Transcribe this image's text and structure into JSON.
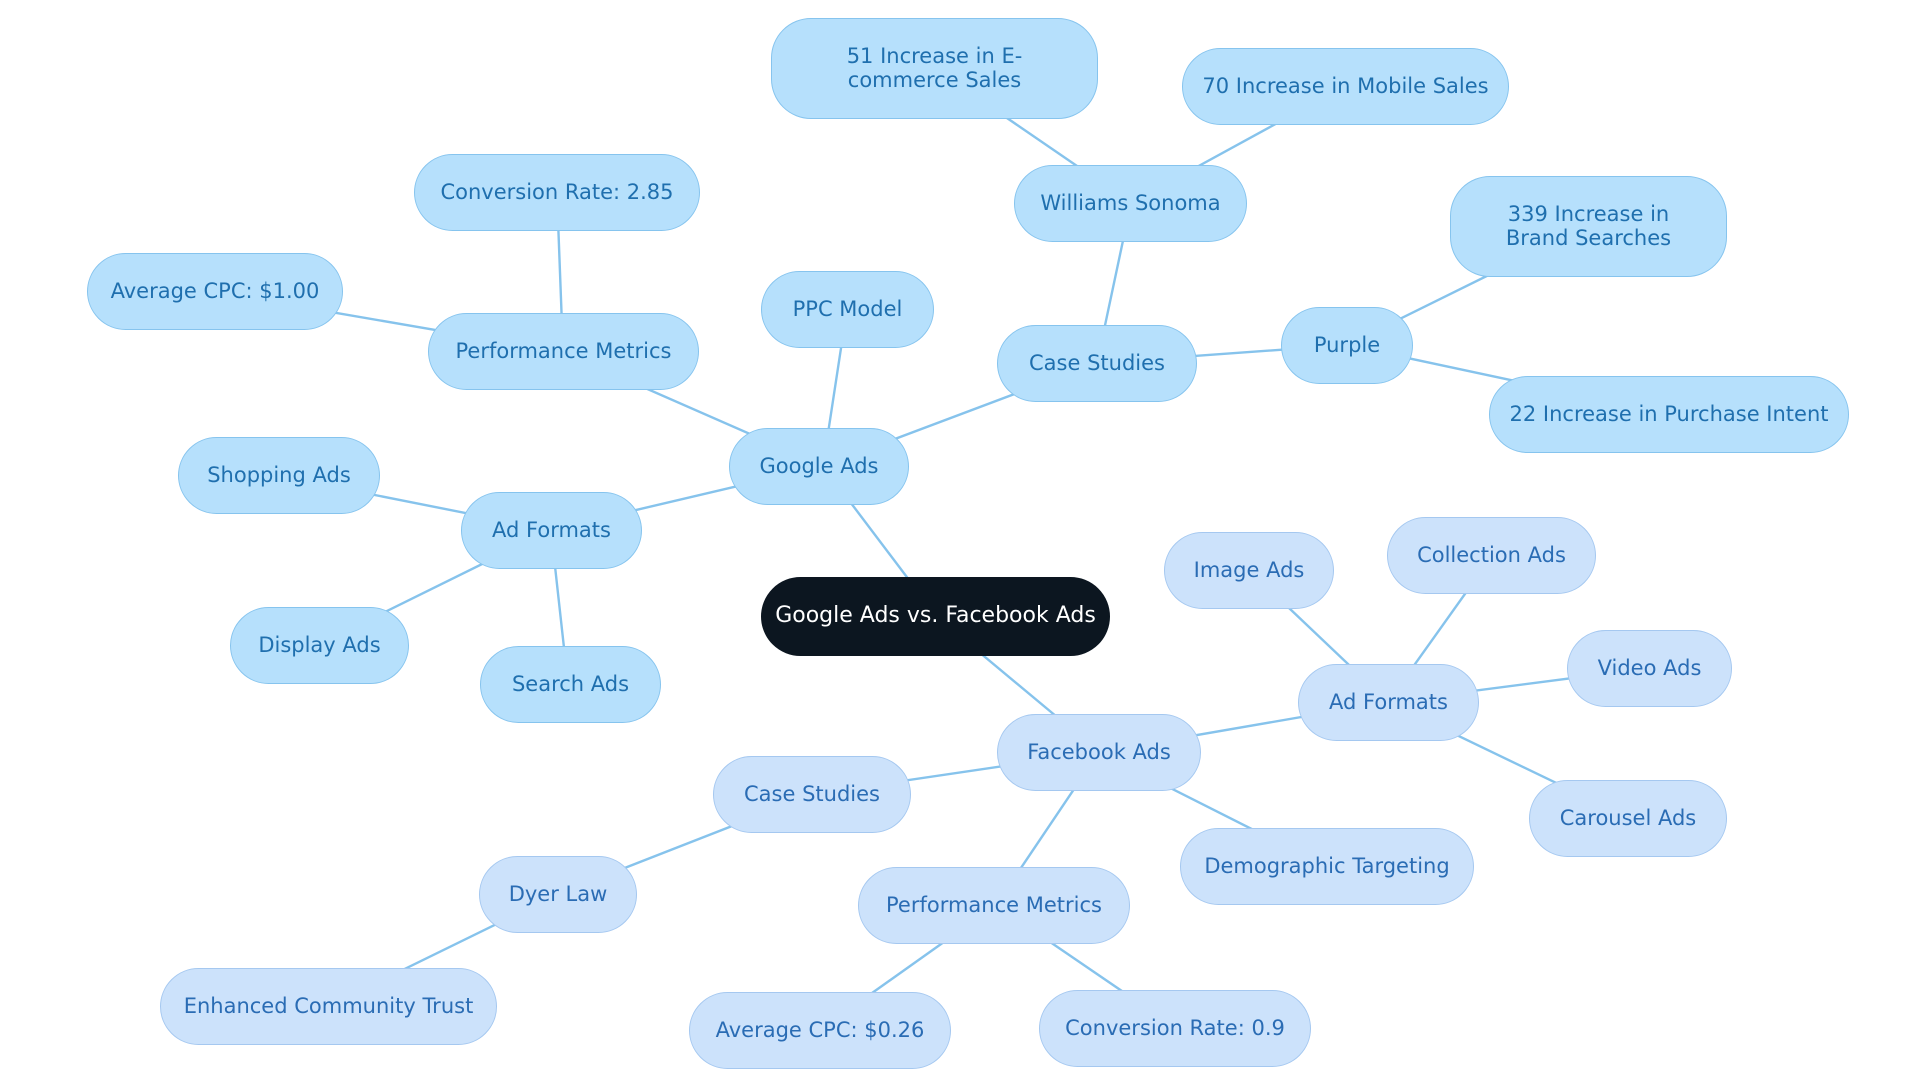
{
  "colors": {
    "root_fill": "#0c1620",
    "root_text": "#ffffff",
    "google_fill": "#b6e0fc",
    "google_border": "#86c4ee",
    "google_text": "#1f6fae",
    "facebook_fill": "#cce2fb",
    "facebook_border": "#a5c8f0",
    "facebook_text": "#2a6cb4",
    "edge": "#86c3ec"
  },
  "root": {
    "label": "Google Ads vs. Facebook Ads"
  },
  "google": {
    "label": "Google Ads",
    "ppc_model": "PPC Model",
    "performance_metrics": {
      "label": "Performance Metrics",
      "conversion_rate": "Conversion Rate: 2.85",
      "average_cpc": "Average CPC: $1.00"
    },
    "ad_formats": {
      "label": "Ad Formats",
      "shopping": "Shopping Ads",
      "display": "Display Ads",
      "search": "Search Ads"
    },
    "case_studies": {
      "label": "Case Studies",
      "williams_sonoma": {
        "label": "Williams Sonoma",
        "ecommerce": "51 Increase in E-commerce Sales",
        "mobile": "70 Increase in Mobile Sales"
      },
      "purple": {
        "label": "Purple",
        "brand_searches": "339 Increase in Brand Searches",
        "purchase_intent": "22 Increase in Purchase Intent"
      }
    }
  },
  "facebook": {
    "label": "Facebook Ads",
    "demographic_targeting": "Demographic Targeting",
    "ad_formats": {
      "label": "Ad Formats",
      "image": "Image Ads",
      "collection": "Collection Ads",
      "video": "Video Ads",
      "carousel": "Carousel Ads"
    },
    "case_studies": {
      "label": "Case Studies",
      "dyer_law": {
        "label": "Dyer Law",
        "trust": "Enhanced Community Trust"
      }
    },
    "performance_metrics": {
      "label": "Performance Metrics",
      "average_cpc": "Average CPC: $0.26",
      "conversion_rate": "Conversion Rate: 0.9"
    }
  }
}
